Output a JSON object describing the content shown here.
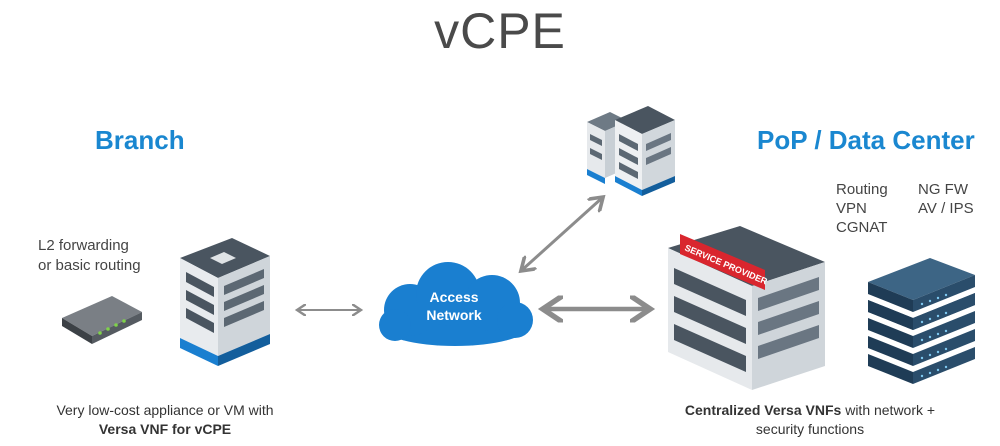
{
  "title": "vCPE",
  "branch": {
    "heading": "Branch",
    "desc_line1": "L2 forwarding",
    "desc_line2": "or basic routing",
    "caption_line1": "Very low-cost appliance or VM with",
    "caption_line2_bold": "Versa VNF for vCPE"
  },
  "cloud": {
    "line1": "Access",
    "line2": "Network"
  },
  "pop": {
    "heading": "PoP / Data Center",
    "functions_left": [
      "Routing",
      "VPN",
      "CGNAT"
    ],
    "functions_right": [
      "NG FW",
      "AV / IPS"
    ],
    "sign": "SERVICE PROVIDER",
    "caption_bold": "Centralized Versa VNFs",
    "caption_rest": " with network +",
    "caption_line2": "security functions"
  },
  "colors": {
    "accent": "#1a87d0",
    "cloud": "#1a7fd0",
    "arrow": "#8c8c8c",
    "building_dark": "#4a5560",
    "server": "#2a4a66",
    "sign": "#d9262e"
  }
}
